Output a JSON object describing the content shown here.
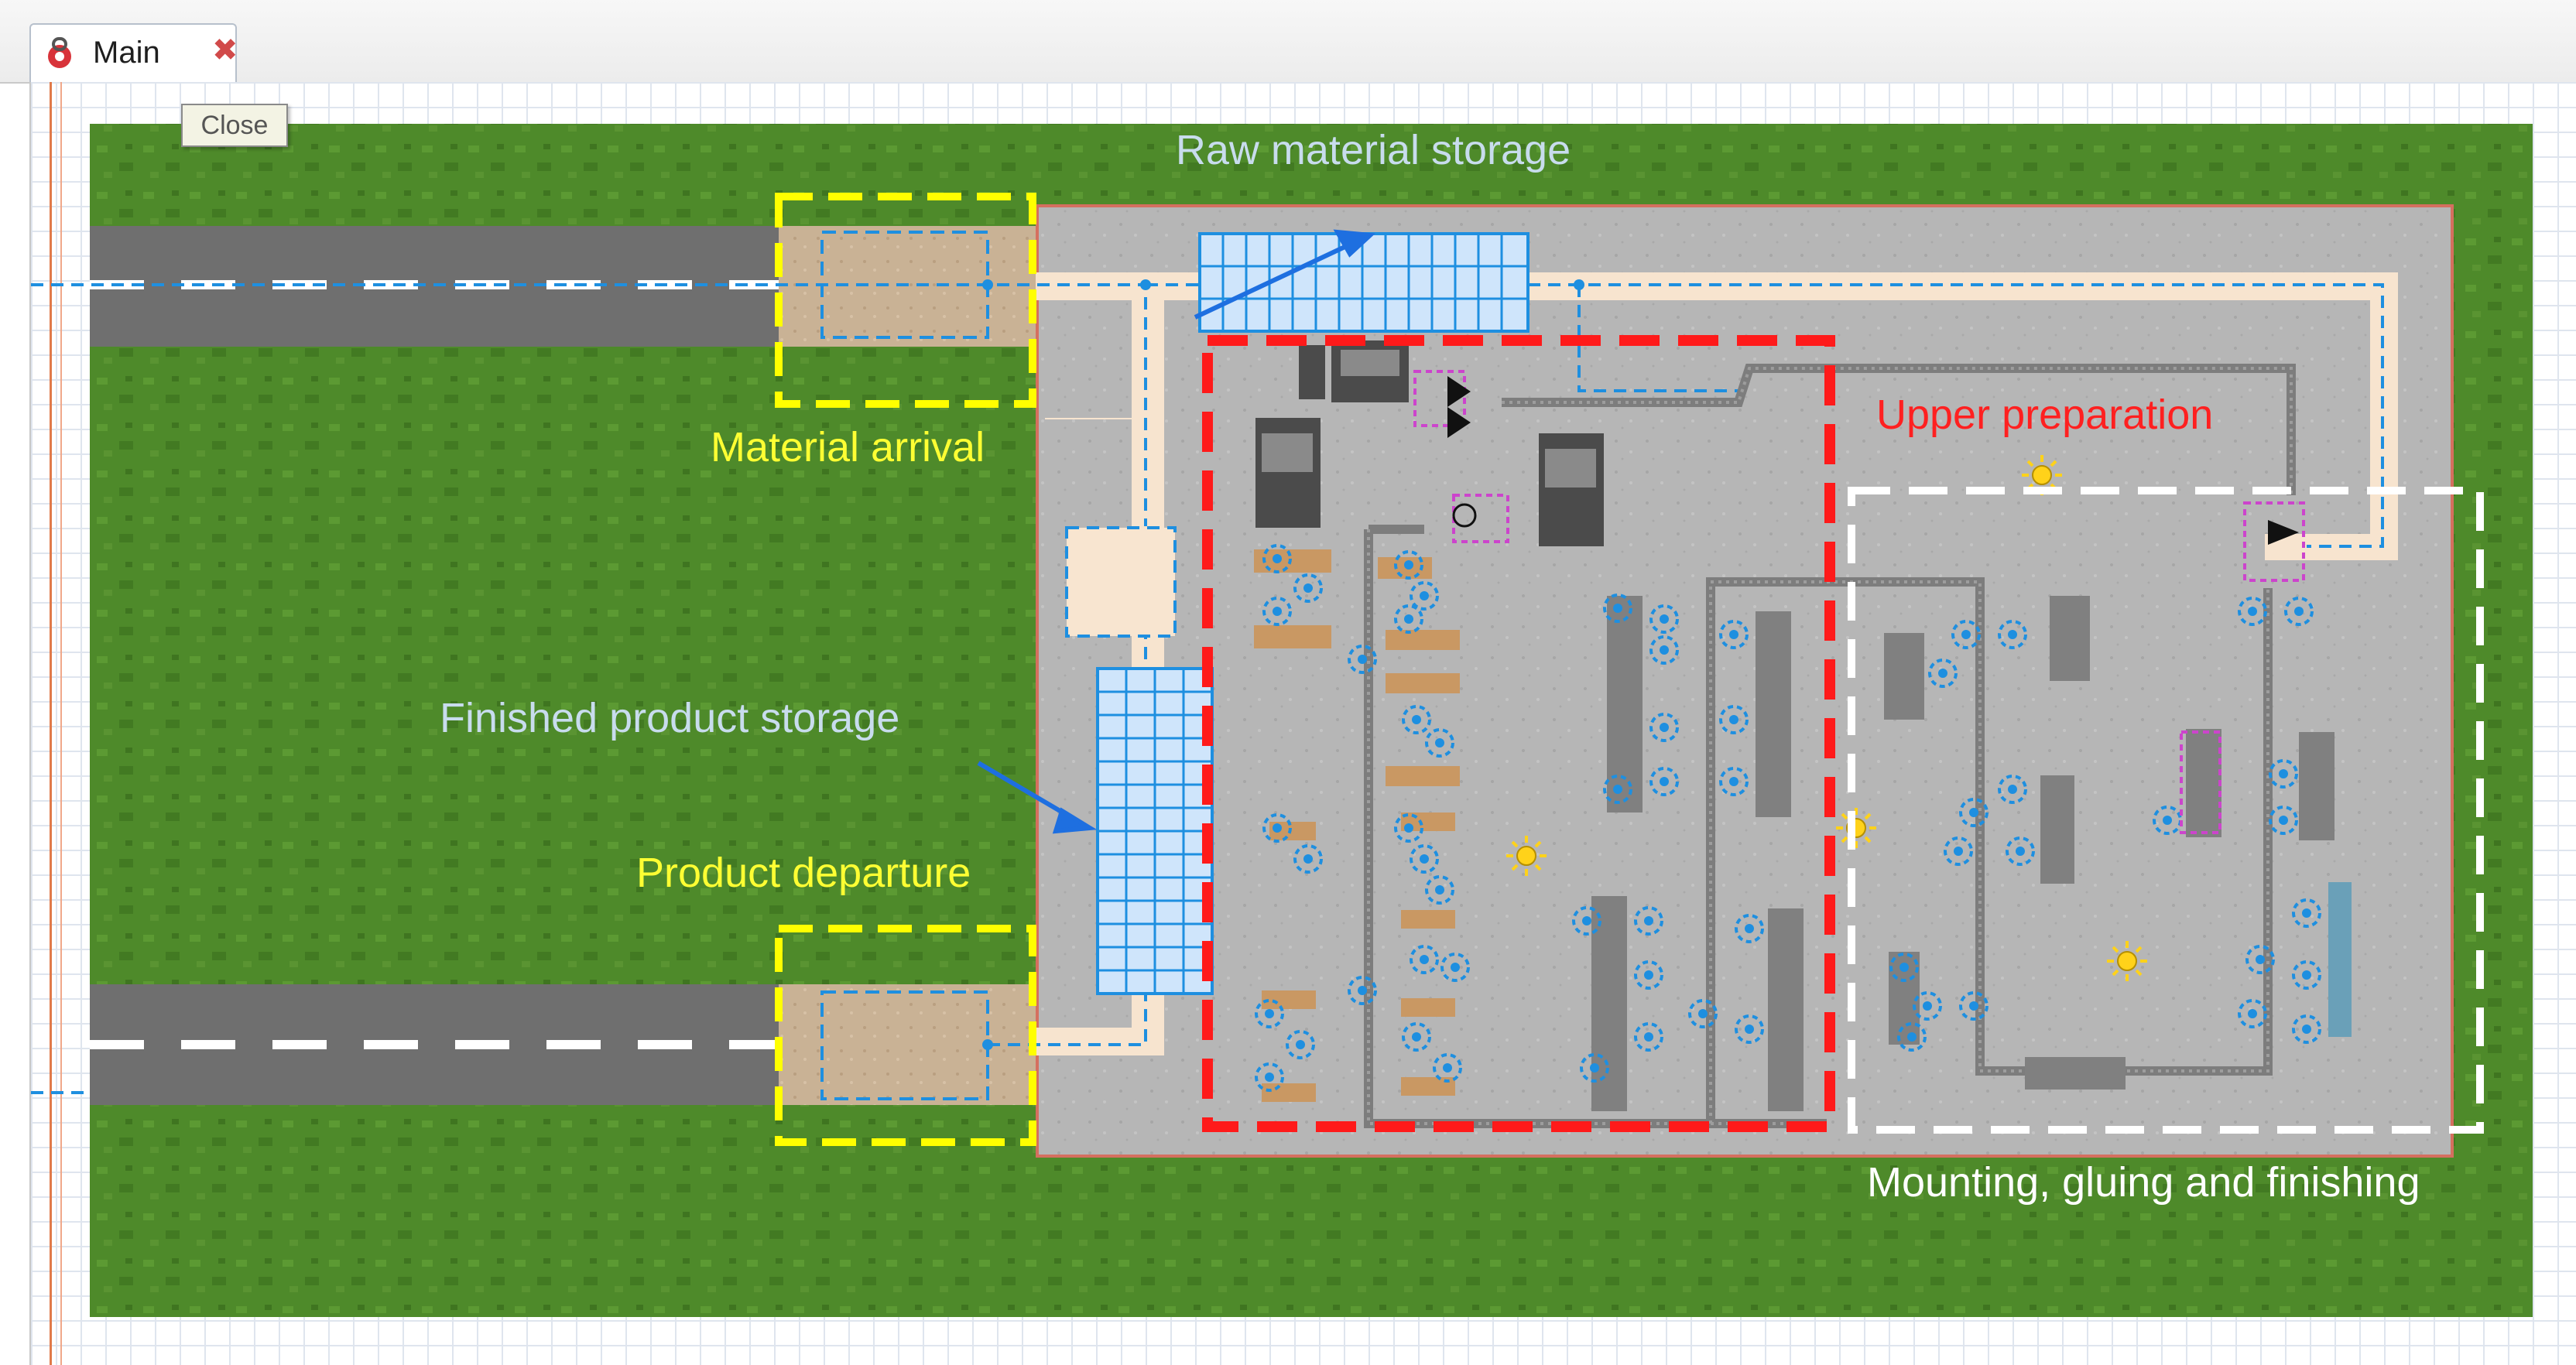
{
  "tab": {
    "label": "Main",
    "close_glyph": "✖",
    "icon": "model-icon"
  },
  "tooltip": {
    "text": "Close"
  },
  "labels": {
    "raw_material_storage": "Raw material storage",
    "material_arrival": "Material arrival",
    "finished_product_storage": "Finished product storage",
    "product_departure": "Product departure",
    "upper_preparation": "Upper preparation",
    "mounting": "Mounting, gluing and finishing"
  },
  "colors": {
    "grass": "#4e8a2a",
    "road": "#6f6f6f",
    "floor": "#b8b8b8",
    "zone_yellow": "#ffff00",
    "zone_red": "#ff1a1a",
    "zone_white": "#ffffff",
    "path_blue": "#1e8fe0",
    "label_light": "#c8dced",
    "label_yellow": "#ffff33",
    "label_red": "#ff2020"
  }
}
